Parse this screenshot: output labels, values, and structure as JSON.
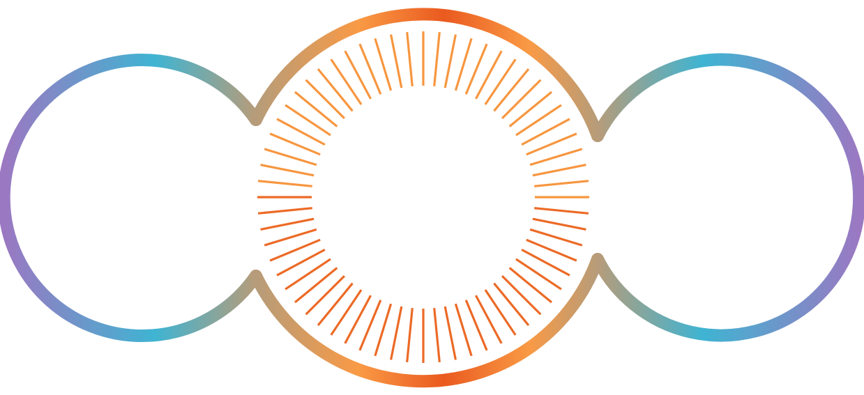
{
  "colors": {
    "purple": "#9B78C2",
    "cyan": "#3FB4D2",
    "tan": "#B69C7A",
    "orange_light": "#F99A45",
    "orange_dark": "#EA5A1F",
    "ray_outer": "#F7963F",
    "ray_inner": "#EC6A26"
  },
  "icon": {
    "name": "sun-rays-connected-circles-graphic"
  },
  "elements": {
    "left_circle": "left-ring",
    "right_circle": "right-ring",
    "center_circle": "center-ring",
    "rays": "sun-rays"
  }
}
